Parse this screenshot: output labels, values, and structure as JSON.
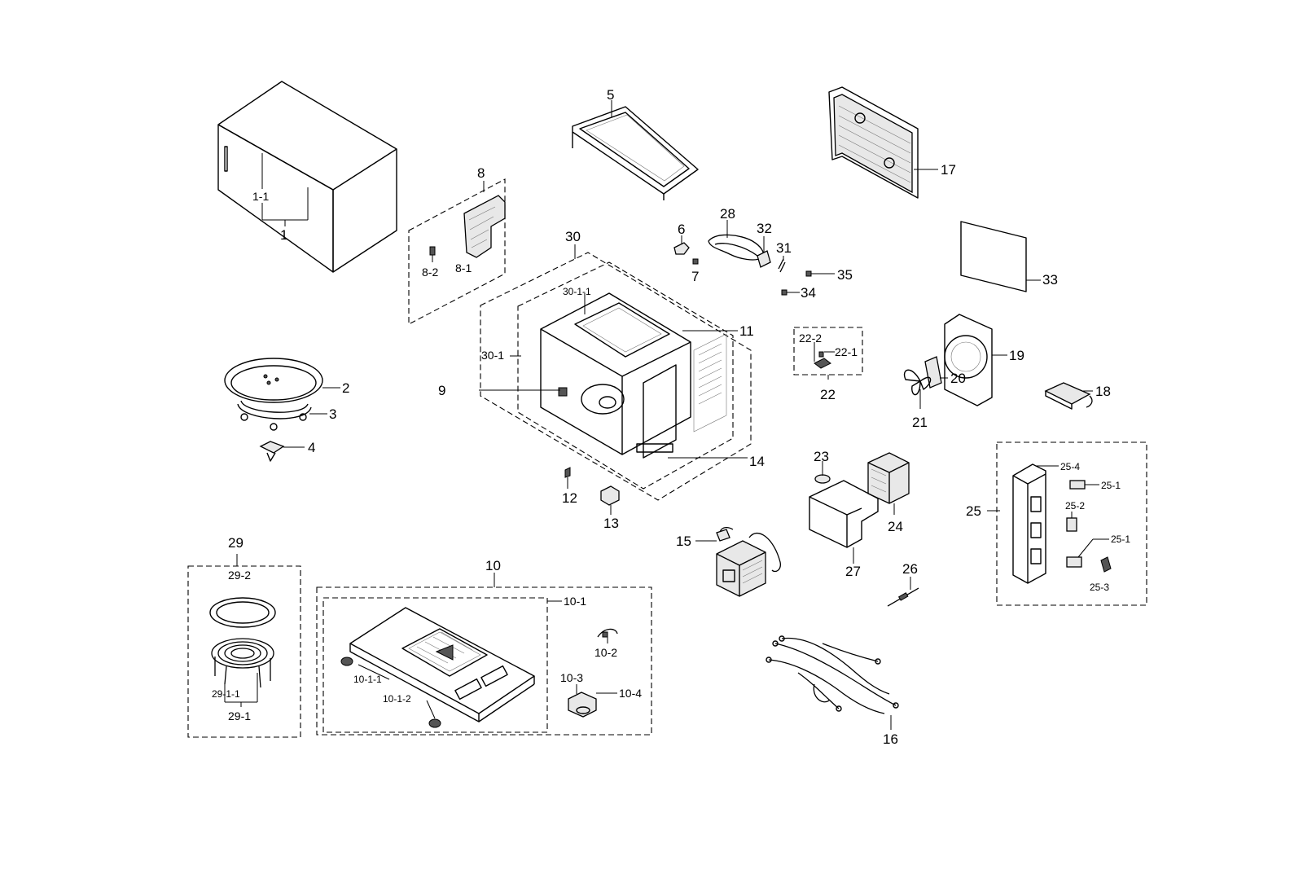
{
  "diagram": {
    "callouts": [
      {
        "id": "1",
        "text": "1"
      },
      {
        "id": "1-1",
        "text": "1-1"
      },
      {
        "id": "2",
        "text": "2"
      },
      {
        "id": "3",
        "text": "3"
      },
      {
        "id": "4",
        "text": "4"
      },
      {
        "id": "5",
        "text": "5"
      },
      {
        "id": "6",
        "text": "6"
      },
      {
        "id": "7",
        "text": "7"
      },
      {
        "id": "8",
        "text": "8"
      },
      {
        "id": "8-1",
        "text": "8-1"
      },
      {
        "id": "8-2",
        "text": "8-2"
      },
      {
        "id": "9",
        "text": "9"
      },
      {
        "id": "10",
        "text": "10"
      },
      {
        "id": "10-1",
        "text": "10-1"
      },
      {
        "id": "10-1-1",
        "text": "10-1-1"
      },
      {
        "id": "10-1-2",
        "text": "10-1-2"
      },
      {
        "id": "10-2",
        "text": "10-2"
      },
      {
        "id": "10-3",
        "text": "10-3"
      },
      {
        "id": "10-4",
        "text": "10-4"
      },
      {
        "id": "11",
        "text": "11"
      },
      {
        "id": "12",
        "text": "12"
      },
      {
        "id": "13",
        "text": "13"
      },
      {
        "id": "14",
        "text": "14"
      },
      {
        "id": "15",
        "text": "15"
      },
      {
        "id": "16",
        "text": "16"
      },
      {
        "id": "17",
        "text": "17"
      },
      {
        "id": "18",
        "text": "18"
      },
      {
        "id": "19",
        "text": "19"
      },
      {
        "id": "20",
        "text": "20"
      },
      {
        "id": "21",
        "text": "21"
      },
      {
        "id": "22",
        "text": "22"
      },
      {
        "id": "22-1",
        "text": "22-1"
      },
      {
        "id": "22-2",
        "text": "22-2"
      },
      {
        "id": "23",
        "text": "23"
      },
      {
        "id": "24",
        "text": "24"
      },
      {
        "id": "25",
        "text": "25"
      },
      {
        "id": "25-1a",
        "text": "25-1"
      },
      {
        "id": "25-1b",
        "text": "25-1"
      },
      {
        "id": "25-2",
        "text": "25-2"
      },
      {
        "id": "25-3",
        "text": "25-3"
      },
      {
        "id": "25-4",
        "text": "25-4"
      },
      {
        "id": "26",
        "text": "26"
      },
      {
        "id": "27",
        "text": "27"
      },
      {
        "id": "28",
        "text": "28"
      },
      {
        "id": "29",
        "text": "29"
      },
      {
        "id": "29-1",
        "text": "29-1"
      },
      {
        "id": "29-1-1",
        "text": "29-1-1"
      },
      {
        "id": "29-2",
        "text": "29-2"
      },
      {
        "id": "30",
        "text": "30"
      },
      {
        "id": "30-1",
        "text": "30-1"
      },
      {
        "id": "30-1-1",
        "text": "30-1-1"
      },
      {
        "id": "31",
        "text": "31"
      },
      {
        "id": "32",
        "text": "32"
      },
      {
        "id": "33",
        "text": "33"
      },
      {
        "id": "34",
        "text": "34"
      },
      {
        "id": "35",
        "text": "35"
      }
    ]
  },
  "colors": {
    "line": "#000000",
    "background": "#ffffff",
    "shade": "#e8e8e8"
  }
}
